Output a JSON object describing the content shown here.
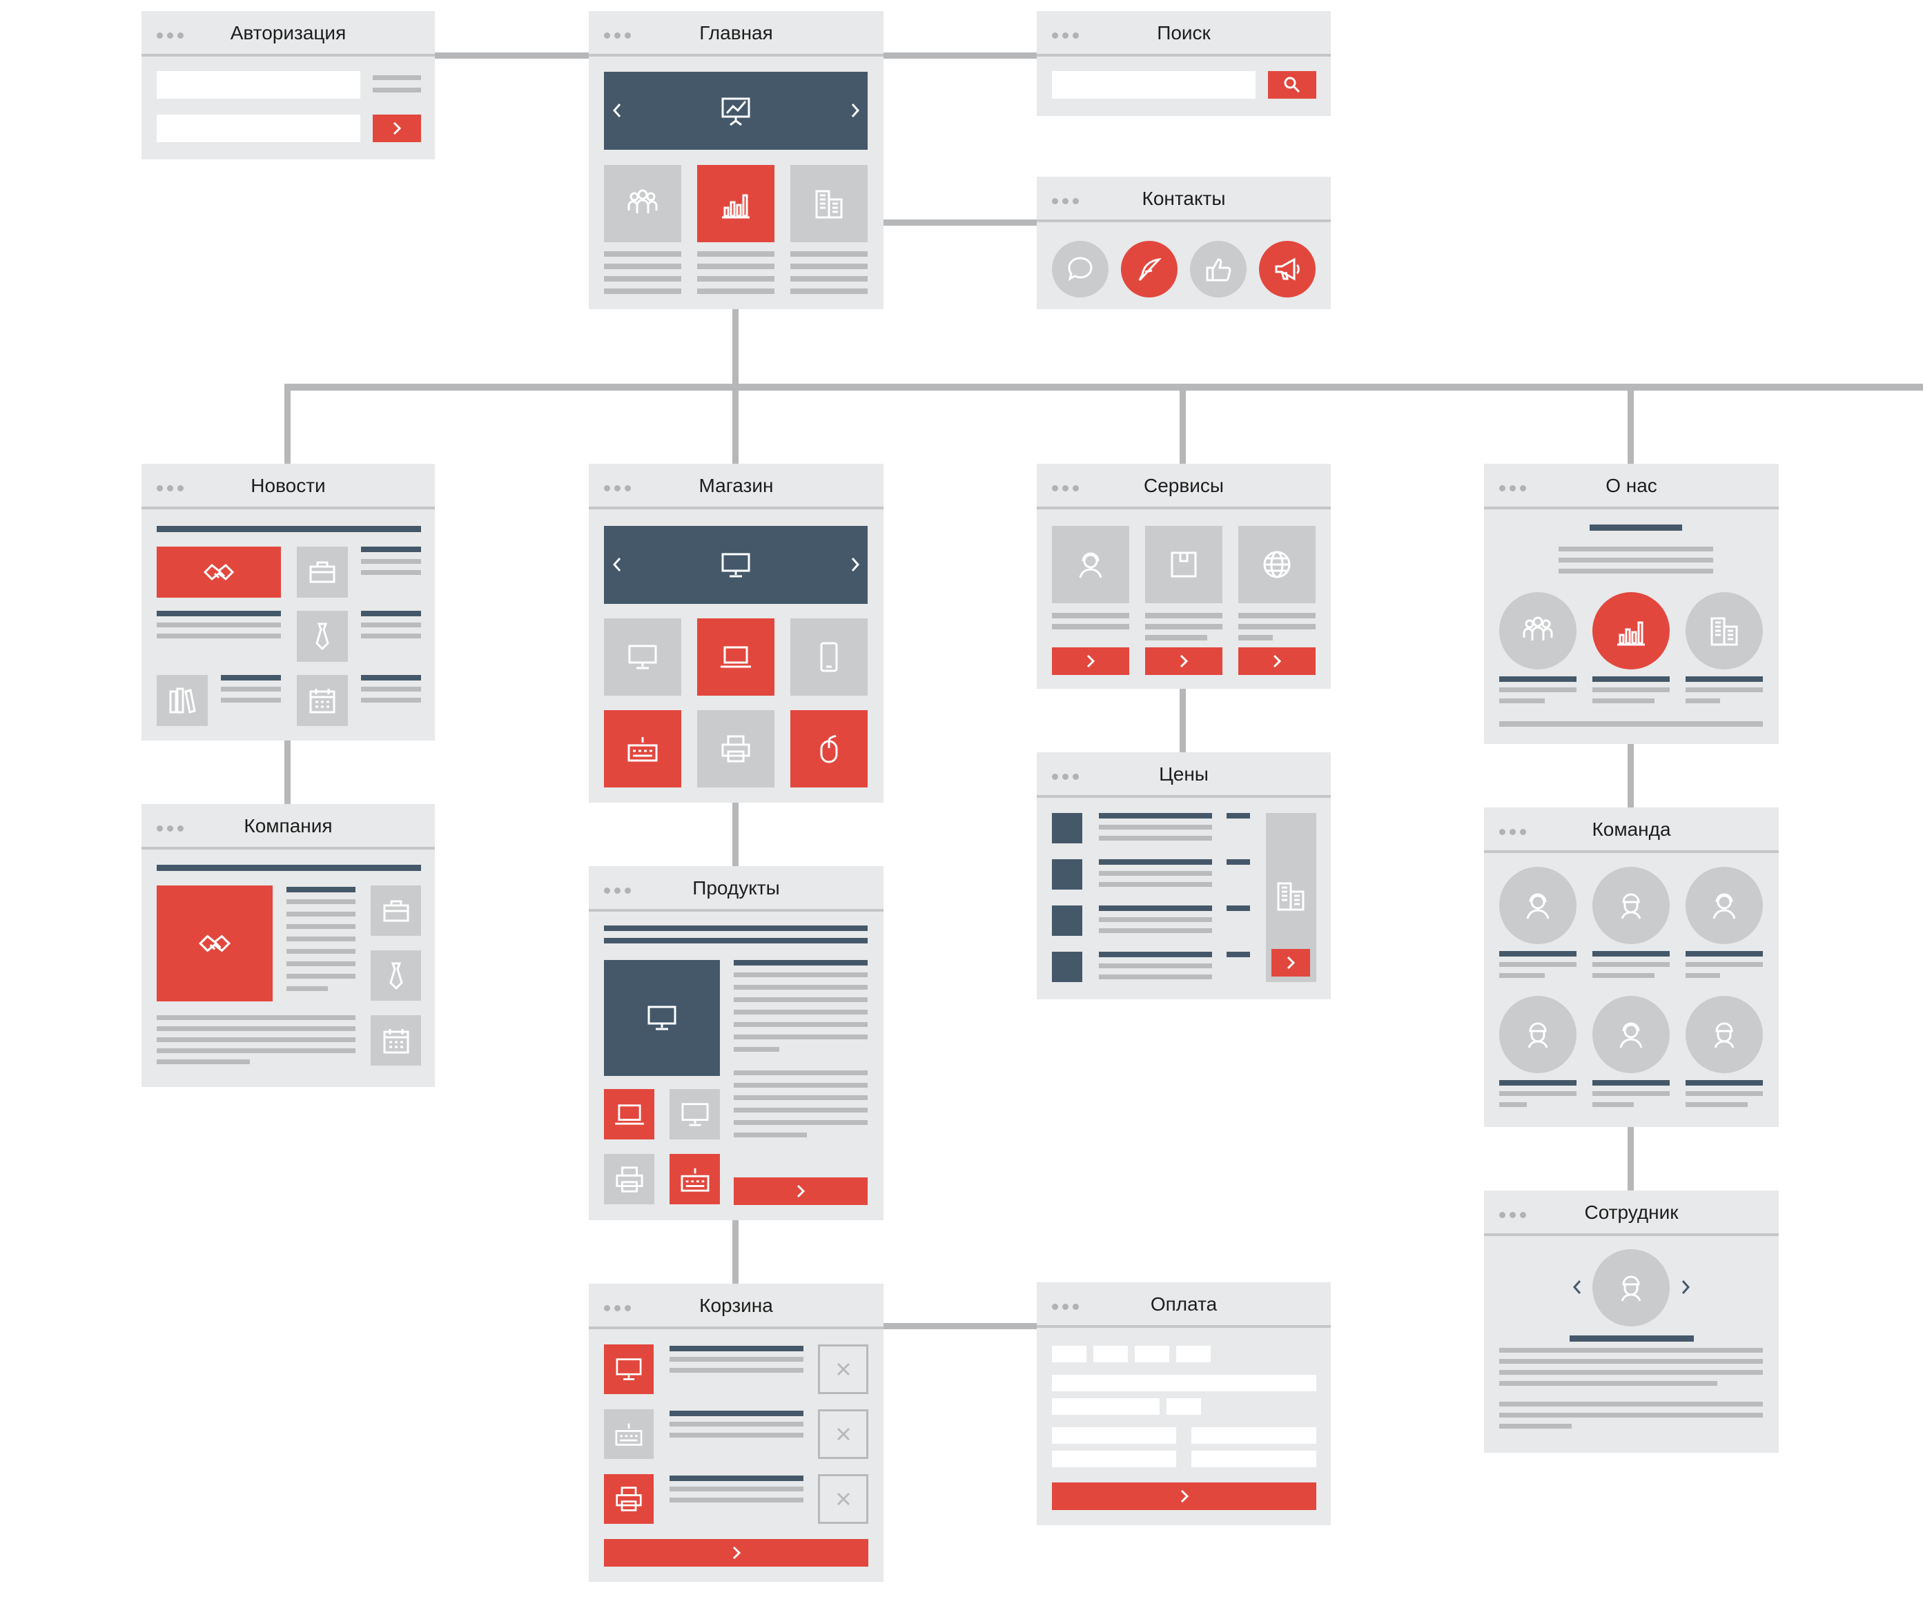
{
  "colors": {
    "accent": "#e2473e",
    "dark": "#44586a",
    "tile": "#cacbcc",
    "card": "#e8e9ea",
    "connector": "#b5b7b9"
  },
  "cards": {
    "auth": "Авторизация",
    "main": "Главная",
    "search": "Поиск",
    "contacts": "Контакты",
    "news": "Новости",
    "shop": "Магазин",
    "services": "Сервисы",
    "about": "О нас",
    "company": "Компания",
    "prices": "Цены",
    "products": "Продукты",
    "team": "Команда",
    "employee": "Сотрудник",
    "cart": "Корзина",
    "payment": "Оплата"
  },
  "icons": {
    "main_banner": "presentation-chart-icon",
    "main_tiles": [
      "team-icon",
      "bar-chart-icon",
      "building-icon"
    ],
    "search": "search-icon",
    "contacts": [
      "chat-bubble-icon",
      "feather-pen-icon",
      "thumbs-up-icon",
      "megaphone-icon"
    ],
    "news": [
      "handshake-icon",
      "briefcase-icon",
      "tie-icon",
      "books-icon",
      "calendar-icon"
    ],
    "shop_banner": "monitor-icon",
    "shop_tiles": [
      "monitor-icon",
      "laptop-icon",
      "tablet-icon",
      "keyboard-icon",
      "printer-icon",
      "mouse-icon"
    ],
    "services": [
      "support-agent-icon",
      "box-icon",
      "globe-icon"
    ],
    "about": [
      "team-icon",
      "bar-chart-icon",
      "building-icon"
    ],
    "company": [
      "handshake-icon",
      "briefcase-icon",
      "tie-icon",
      "calendar-icon"
    ],
    "prices": "building-icon",
    "products": [
      "monitor-icon",
      "laptop-icon",
      "monitor-icon",
      "printer-icon",
      "keyboard-icon"
    ],
    "team": [
      "support-agent-icon",
      "worker-icon",
      "support-agent-icon",
      "worker-icon",
      "support-agent-icon",
      "worker-icon"
    ],
    "employee": "worker-icon",
    "cart": [
      "monitor-icon",
      "keyboard-icon",
      "printer-icon"
    ]
  }
}
